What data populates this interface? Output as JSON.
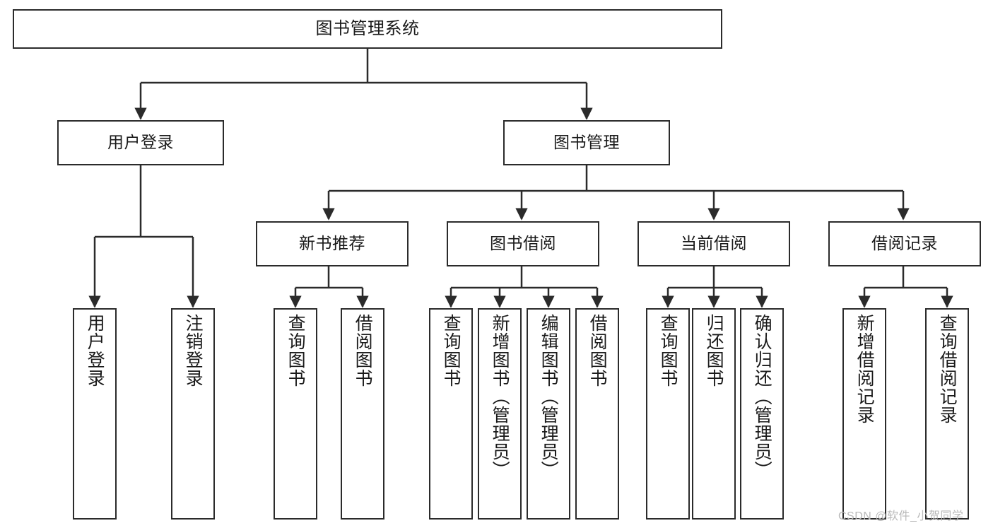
{
  "diagram": {
    "title": "图书管理系统",
    "type": "tree",
    "watermark": "CSDN @软件_小贺同学",
    "line_color": "#2b2b2b",
    "box_fill": "#ffffff",
    "text_color": "#1a1a1a",
    "nodes": {
      "root": "图书管理系统",
      "level1": [
        "用户登录",
        "图书管理"
      ],
      "level2": [
        "新书推荐",
        "图书借阅",
        "当前借阅",
        "借阅记录"
      ],
      "leaves": {
        "user_login": [
          "用户登录",
          "注销登录"
        ],
        "new_book_recommend": [
          "查询图书",
          "借阅图书"
        ],
        "book_borrow": [
          "查询图书",
          "新增图书（管理员）",
          "编辑图书（管理员）",
          "借阅图书"
        ],
        "current_borrow": [
          "查询图书",
          "归还图书",
          "确认归还（管理员）"
        ],
        "borrow_record": [
          "新增借阅记录",
          "查询借阅记录"
        ]
      }
    }
  }
}
